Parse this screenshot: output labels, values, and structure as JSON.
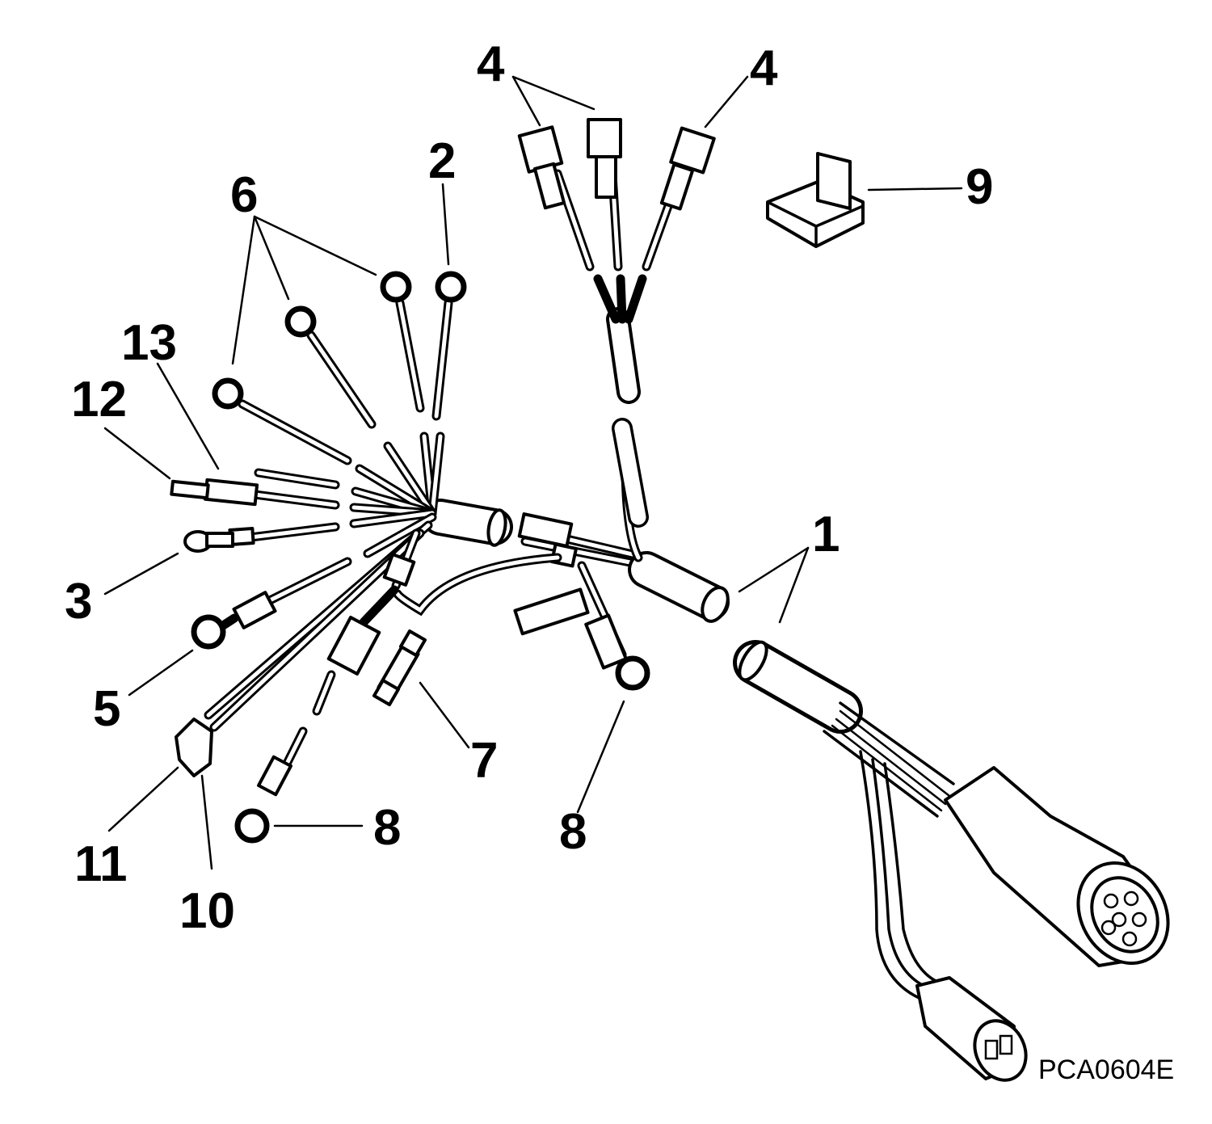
{
  "figure": {
    "code": "PCA0604E",
    "callouts": {
      "c1": "1",
      "c2": "2",
      "c3": "3",
      "c4a": "4",
      "c4b": "4",
      "c5": "5",
      "c6": "6",
      "c7": "7",
      "c8a": "8",
      "c8b": "8",
      "c9": "9",
      "c10": "10",
      "c11": "11",
      "c12": "12",
      "c13": "13"
    }
  }
}
